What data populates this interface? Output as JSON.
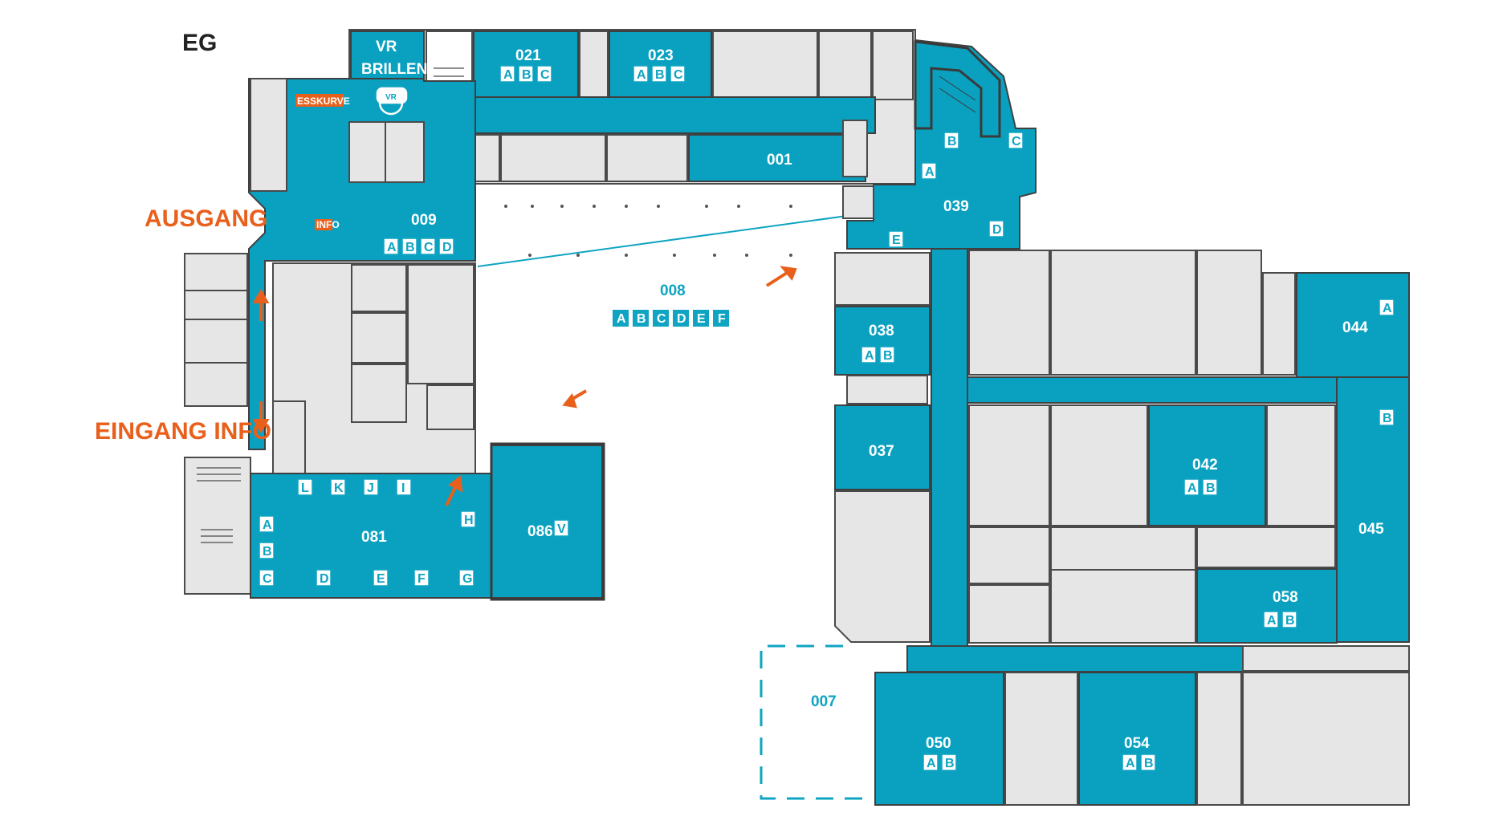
{
  "floor_label": "EG",
  "signs": {
    "exit": "AUSGANG",
    "entrance": "EINGANG INFO",
    "food": "ESSKURVE",
    "info": "INFO",
    "vr_icon_text": "VR"
  },
  "colors": {
    "room_blue": "#0aa1c0",
    "room_gray": "#e6e6e6",
    "wall": "#3a3a3a",
    "accent_orange": "#e8601c",
    "outline_teal": "#0fa4c2"
  },
  "rooms": {
    "r021": {
      "label": "021",
      "sections": [
        "A",
        "B",
        "C"
      ]
    },
    "r023": {
      "label": "023",
      "sections": [
        "A",
        "B",
        "C"
      ]
    },
    "r001": {
      "label": "001"
    },
    "vr": {
      "label1": "VR",
      "label2": "BRILLEN"
    },
    "r009": {
      "label": "009",
      "sections": [
        "A",
        "B",
        "C",
        "D"
      ]
    },
    "r039": {
      "label": "039",
      "sections": [
        "A",
        "B",
        "C",
        "D",
        "E"
      ]
    },
    "r008": {
      "label": "008",
      "sections": [
        "A",
        "B",
        "C",
        "D",
        "E",
        "F"
      ]
    },
    "r038": {
      "label": "038",
      "sections": [
        "A",
        "B"
      ]
    },
    "r037": {
      "label": "037"
    },
    "r044": {
      "label": "044",
      "sections": [
        "A",
        "B"
      ]
    },
    "r042": {
      "label": "042",
      "sections": [
        "A",
        "B"
      ]
    },
    "r045": {
      "label": "045"
    },
    "r058": {
      "label": "058",
      "sections": [
        "A",
        "B"
      ]
    },
    "r081": {
      "label": "081",
      "sections": [
        "A",
        "B",
        "C",
        "D",
        "E",
        "F",
        "G",
        "H",
        "I",
        "J",
        "K",
        "L"
      ]
    },
    "r086": {
      "label": "086",
      "sections": [
        "V"
      ]
    },
    "r007": {
      "label": "007"
    },
    "r050": {
      "label": "050",
      "sections": [
        "A",
        "B"
      ]
    },
    "r054": {
      "label": "054",
      "sections": [
        "A",
        "B"
      ]
    }
  }
}
